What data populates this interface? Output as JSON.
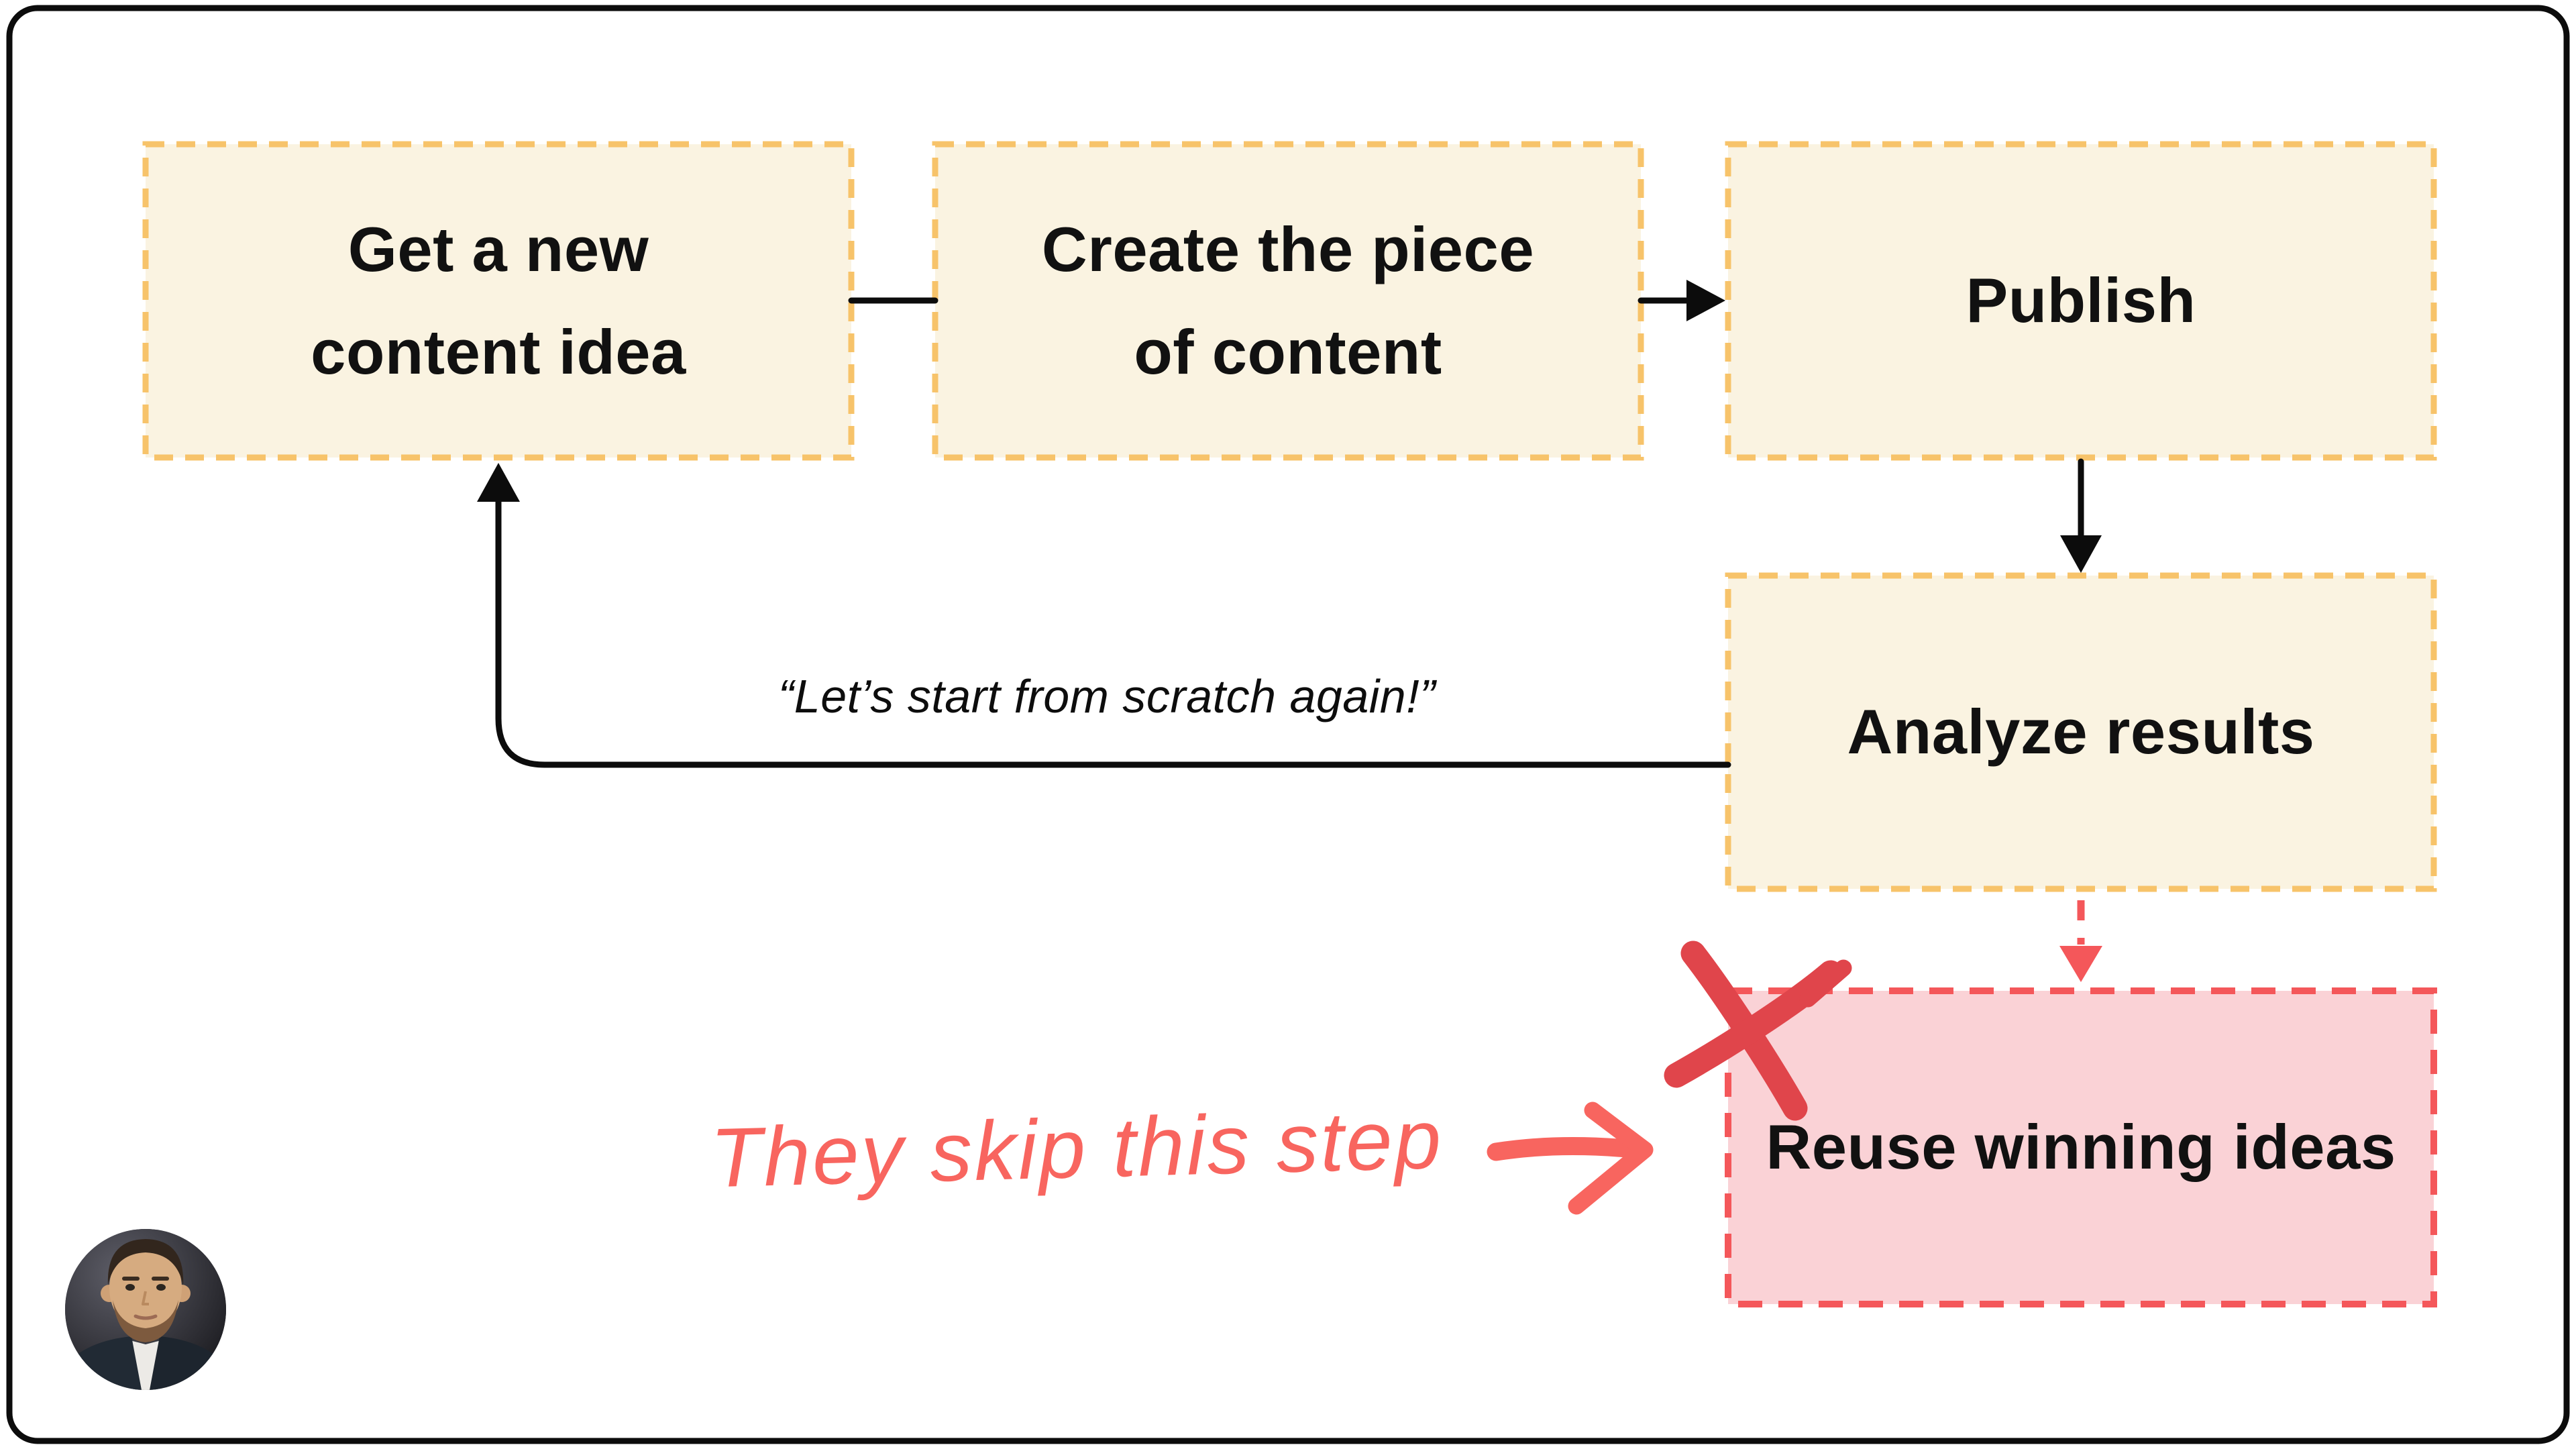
{
  "flow": {
    "boxes": [
      {
        "id": "idea",
        "label": "Get a new\ncontent idea"
      },
      {
        "id": "create",
        "label": "Create the piece\nof content"
      },
      {
        "id": "publish",
        "label": "Publish"
      },
      {
        "id": "analyze",
        "label": "Analyze results"
      },
      {
        "id": "reuse",
        "label": "Reuse winning ideas",
        "status": "skipped"
      }
    ],
    "loop_label": "“Let’s start from scratch again!”"
  },
  "annotation": {
    "text": "They skip this step"
  },
  "colors": {
    "ink": "#0c0c0c",
    "paper": "#ffffff",
    "yellow-border": "#f7c36a",
    "yellow-fill": "#faf3e1",
    "red-border": "#f4575a",
    "red-fill": "#fad2d6",
    "red-mark": "#e0454b",
    "red-hand": "#f8655f"
  }
}
